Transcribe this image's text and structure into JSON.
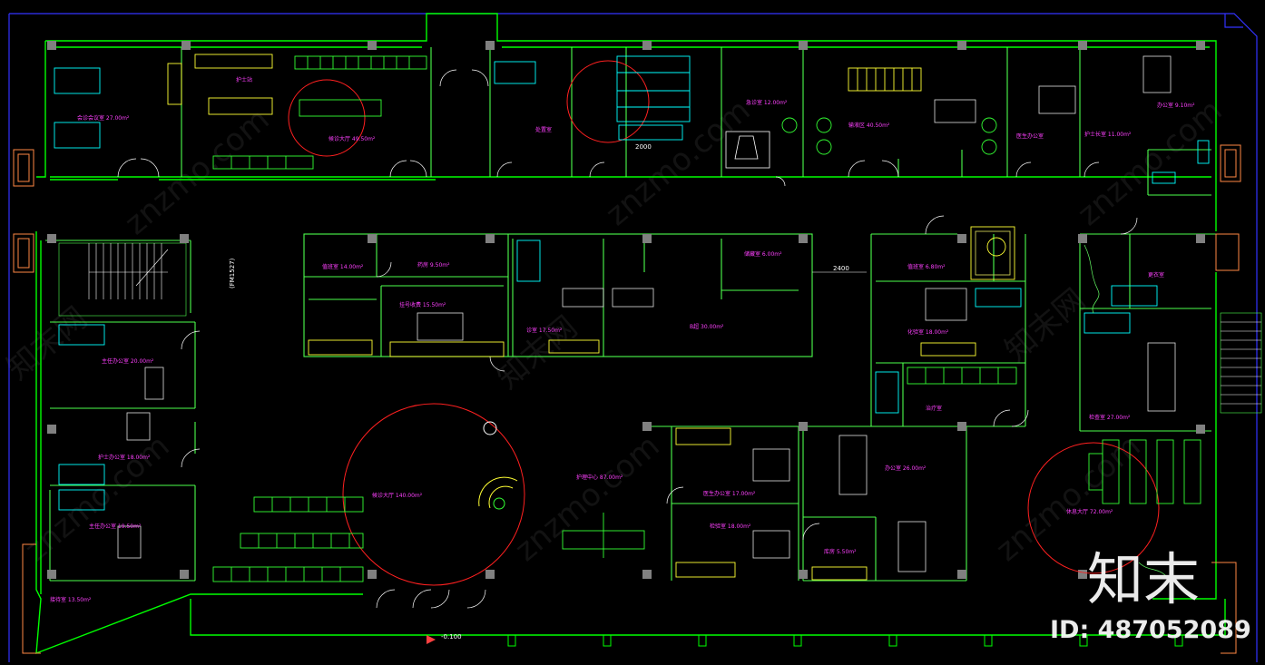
{
  "colors": {
    "background": "#000000",
    "wall": "#00ff00",
    "wall_inner": "#4dff4d",
    "furniture_yellow": "#ffff33",
    "furniture_cyan": "#00ffff",
    "furniture_green": "#33ff33",
    "label": "#ff40ff",
    "outline_blue": "#3333ff",
    "circle_red": "#ff2020",
    "column": "#808080",
    "watermark": "#ffffff"
  },
  "labels": {
    "r1": "会诊会议室 27.00m²",
    "r2": "候诊大厅 49.50m²",
    "r3": "处置室",
    "r4": "护士站",
    "r5": "急诊室 12.00m²",
    "r6": "输液区 40.50m²",
    "r7": "医生办公室",
    "r8": "护士长室 11.00m²",
    "r9": "办公室 9.10m²",
    "r10": "更衣室",
    "r11": "值班室 14.00m²",
    "r12": "药房 9.50m²",
    "r13": "挂号收费 15.50m²",
    "r14": "诊室 17.50m²",
    "r15": "B超 30.00m²",
    "r16": "主任办公室 20.00m²",
    "r17": "护士办公室 18.00m²",
    "r18": "主任办公室 19.50m²",
    "r19": "接待室 13.50m²",
    "r20": "候诊大厅 140.00m²",
    "r21": "护理中心 87.00m²",
    "r22": "医生办公室 17.00m²",
    "r23": "检验室 18.00m²",
    "r24": "办公室 26.00m²",
    "r25": "库房 5.50m²",
    "r26": "值班室 6.80m²",
    "r27": "化验室 18.00m²",
    "r28": "检查室 27.00m²",
    "r29": "休息大厅 72.00m²",
    "r30": "治疗室",
    "r31": "储藏室 6.00m²"
  },
  "annotations": {
    "stair_tag": "(FM1527)",
    "dim_2000": "2000",
    "dim_2400": "2400",
    "level_mark": "-0.100"
  },
  "watermark": {
    "brand": "知末",
    "id_text": "ID: 487052089",
    "site": "znzmo.com",
    "site_cn": "知末网"
  }
}
